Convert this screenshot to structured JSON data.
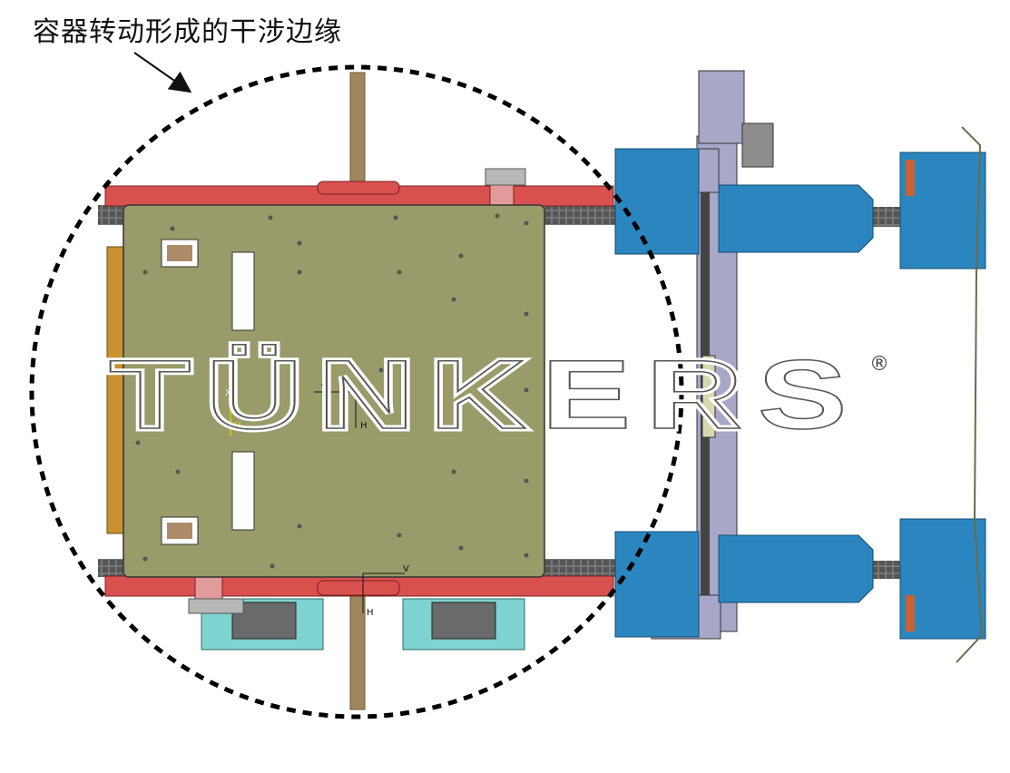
{
  "annotation": {
    "label": "容器转动形成的干涉边缘"
  },
  "watermark": {
    "brand": "TÜNKERS",
    "registered": "®"
  },
  "axis_labels": {
    "v": "V",
    "h": "H",
    "x": "X"
  },
  "colors": {
    "plate": "#9a9b6a",
    "frame_red": "#d9514f",
    "blue_arm": "#2b86c0",
    "slide_purple": "#a8a7c8",
    "teal_fixture": "#7fd3d0",
    "rail_brown": "#a0865c",
    "dashed_circle": "#000000"
  }
}
